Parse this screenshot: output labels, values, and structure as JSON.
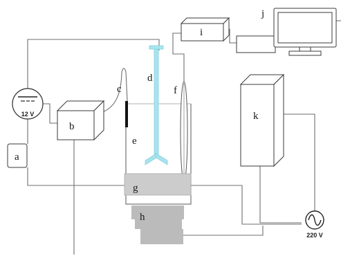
{
  "labels": {
    "a": "a",
    "b": "b",
    "c": "c",
    "d": "d",
    "e": "e",
    "f": "f",
    "g": "g",
    "h": "h",
    "i": "i",
    "j": "j",
    "k": "k"
  },
  "sources": {
    "dc_voltage": "12 V",
    "ac_voltage": "220 V"
  },
  "colors": {
    "stirrer": "#a8e4ee",
    "heater": "#cccccc",
    "base": "#bbbbbb",
    "line": "#6e6e6e"
  }
}
